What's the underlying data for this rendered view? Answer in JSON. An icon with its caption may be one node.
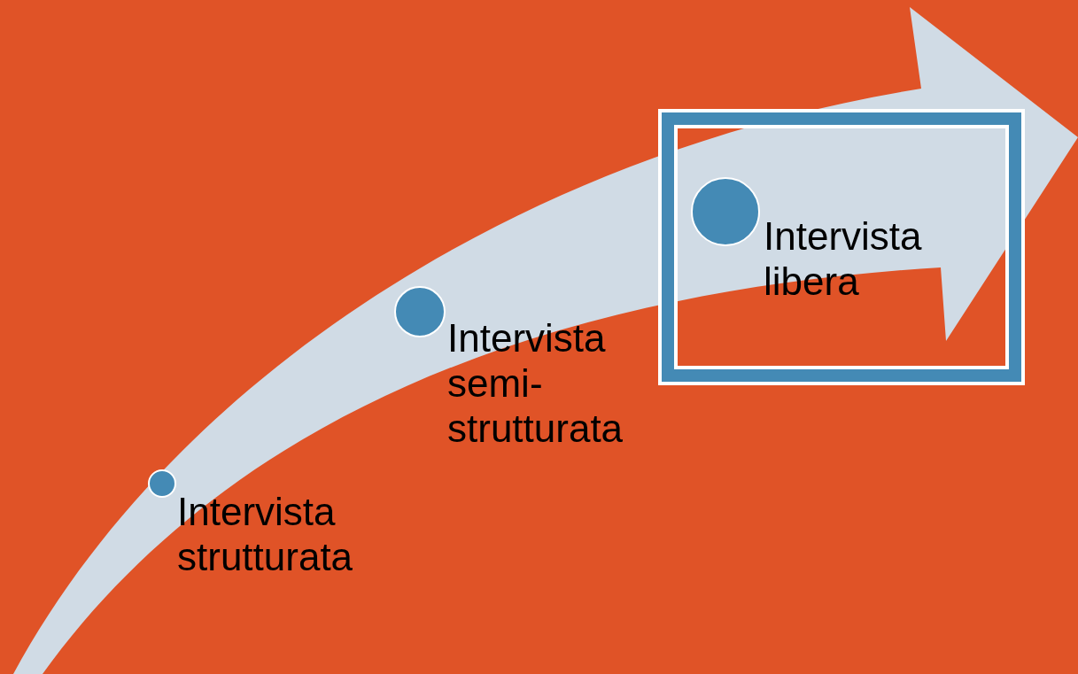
{
  "diagram": {
    "nodes": [
      {
        "text": [],
        "shape": "circle"
      },
      {
        "text": [
          "Intervista strutturata"
        ]
      },
      {
        "text": [],
        "shape": "circle"
      },
      {
        "text": [
          "Intervista semi- strutturata"
        ]
      },
      {
        "text": [],
        "shape": "box"
      },
      {
        "text": [],
        "shape": "circle",
        "in": 4
      },
      {
        "text": [
          "Intervista libera"
        ],
        "in": 4
      }
    ]
  }
}
